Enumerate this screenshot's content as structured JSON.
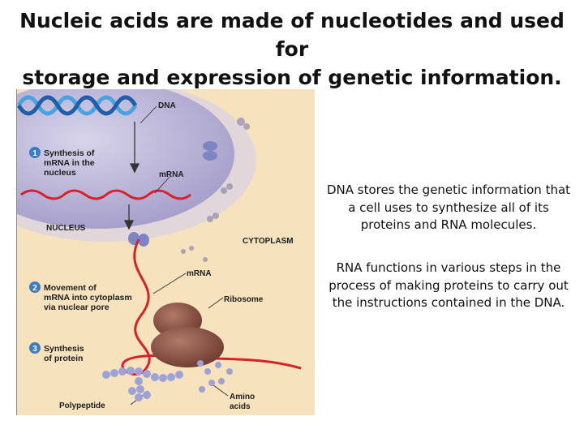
{
  "slide": {
    "title_line1": "Nucleic acids are made of nucleotides and used for",
    "title_line2": "storage and expression of genetic information.",
    "paragraph1": "DNA stores the genetic information that a cell uses to synthesize all of its proteins and RNA molecules.",
    "paragraph2": "RNA functions in various steps in the process of making proteins to carry out the instructions contained in the DNA."
  },
  "figure": {
    "labels": {
      "dna": "DNA",
      "mrna_nucleus": "mRNA",
      "nucleus": "NUCLEUS",
      "cytoplasm": "CYTOPLASM",
      "mrna_cytoplasm": "mRNA",
      "ribosome": "Ribosome",
      "amino_line1": "Amino",
      "amino_line2": "acids",
      "polypeptide": "Polypeptide"
    },
    "steps": [
      {
        "number": "1",
        "lines": [
          "Synthesis of",
          "mRNA in the",
          "nucleus"
        ]
      },
      {
        "number": "2",
        "lines": [
          "Movement of",
          "mRNA into cytoplasm",
          "via nuclear pore"
        ]
      },
      {
        "number": "3",
        "lines": [
          "Synthesis",
          "of protein"
        ]
      }
    ],
    "colors": {
      "background": "#f6e2bd",
      "nucleus": "#b8b2d4",
      "dna_strand": "#4aa3e0",
      "mrna": "#d8212a",
      "ribosome": "#8a5042",
      "amino_acid": "#9ea3d6",
      "step_badge": "#3b7cc2"
    }
  }
}
